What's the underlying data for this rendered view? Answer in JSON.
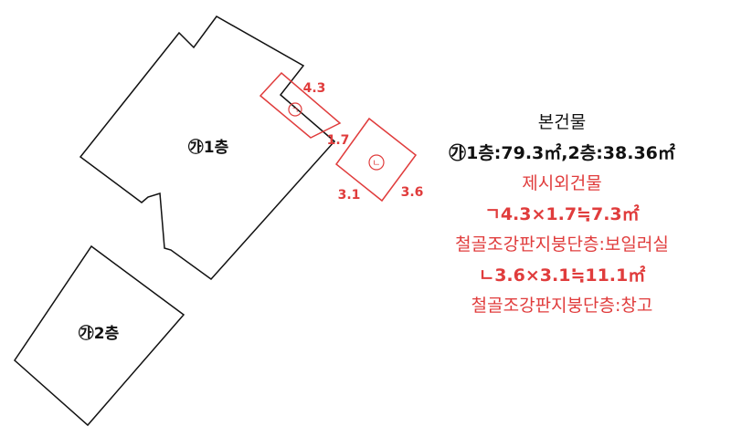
{
  "colors": {
    "line": "#111111",
    "accent": "#e03c3c"
  },
  "plan": {
    "floor1_label": "㉮1층",
    "floor2_label": "㉮2층",
    "shed_a": {
      "marker": "ㄱ",
      "dim_top": "4.3",
      "dim_side": "1.7"
    },
    "shed_b": {
      "marker": "ㄴ",
      "dim_left": "3.1",
      "dim_right": "3.6"
    }
  },
  "legend": {
    "main_title": "본건물",
    "main_areas": "㉮1층:79.3㎡,2층:38.36㎡",
    "extra_title": "제시외건물",
    "item_a_area": "ㄱ4.3×1.7≒7.3㎡",
    "item_a_desc": "철골조강판지붕단층:보일러실",
    "item_b_area": "ㄴ3.6×3.1≒11.1㎡",
    "item_b_desc": "철골조강판지붕단층:창고"
  }
}
